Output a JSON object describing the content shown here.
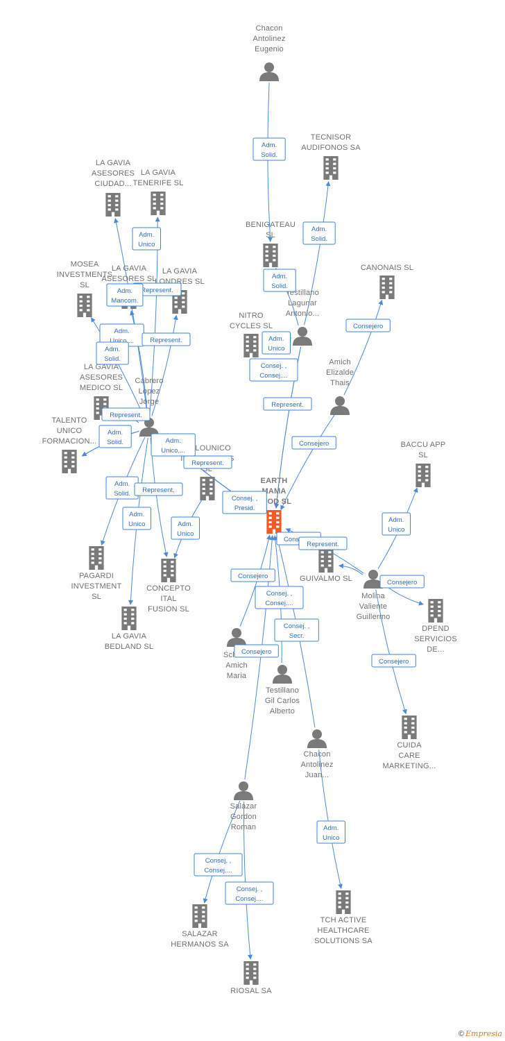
{
  "colors": {
    "company": "#7a7a7a",
    "focus_company": "#f05a28",
    "person": "#7a7a7a",
    "edge": "#4a8ad8",
    "label_border": "#3f84d6",
    "label_text": "#2f6fbf"
  },
  "credit": {
    "symbol": "©",
    "brand": "Empresia"
  },
  "nodes": [
    {
      "id": "chacon_eugenio",
      "type": "person",
      "label": [
        "Chacon",
        "Antolinez",
        "Eugenio"
      ]
    },
    {
      "id": "tecnisor",
      "type": "company",
      "label": [
        "TECNISOR",
        "AUDIFONOS SA"
      ]
    },
    {
      "id": "benigateau",
      "type": "company",
      "label": [
        "BENIGATEAU",
        "SL"
      ]
    },
    {
      "id": "gavia_ciudad",
      "type": "company",
      "label": [
        "LA GAVIA",
        "ASESORES",
        "CIUDAD..."
      ]
    },
    {
      "id": "gavia_tenerife",
      "type": "company",
      "label": [
        "LA GAVIA",
        "TENERIFE SL"
      ]
    },
    {
      "id": "mosea",
      "type": "company",
      "label": [
        "MOSEA",
        "INVESTMENTS",
        "SL"
      ]
    },
    {
      "id": "gavia_asesores",
      "type": "company",
      "label": [
        "LA GAVIA",
        "ASESORES SL"
      ]
    },
    {
      "id": "gavia_londres",
      "type": "company",
      "label": [
        "LA GAVIA",
        "LONDRES SL"
      ]
    },
    {
      "id": "canonais",
      "type": "company",
      "label": [
        "CANONAIS  SL"
      ]
    },
    {
      "id": "testillano_antonio",
      "type": "person",
      "label": [
        "Testillano",
        "Lagunar",
        "Antonio..."
      ]
    },
    {
      "id": "nitro",
      "type": "company",
      "label": [
        "NITRO",
        "CYCLES  SL"
      ]
    },
    {
      "id": "amich_thais",
      "type": "person",
      "label": [
        "Amich",
        "Elizalde",
        "Thais"
      ]
    },
    {
      "id": "gavia_medico",
      "type": "company",
      "label": [
        "LA GAVIA",
        "ASESORES",
        "MEDICO  SL"
      ]
    },
    {
      "id": "cabrero",
      "type": "person",
      "label": [
        "Cabrero",
        "Lopez",
        "Jorge"
      ]
    },
    {
      "id": "talento",
      "type": "company",
      "label": [
        "TALENTO",
        "UNICO",
        "FORMACION..."
      ]
    },
    {
      "id": "solounico",
      "type": "company",
      "label": [
        "SOLOUNICO",
        "INVERSIONES",
        "SL"
      ]
    },
    {
      "id": "baccu",
      "type": "company",
      "label": [
        "BACCU APP",
        "SL"
      ]
    },
    {
      "id": "earth",
      "type": "focus",
      "label": [
        "EARTH",
        "MAMA",
        "FOOD  SL"
      ]
    },
    {
      "id": "pagardi",
      "type": "company",
      "label": [
        "PAGARDI",
        "INVESTMENT",
        "SL"
      ]
    },
    {
      "id": "concepto",
      "type": "company",
      "label": [
        "CONCEPTO",
        "ITAL",
        "FUSION  SL"
      ]
    },
    {
      "id": "gavia_bedland",
      "type": "company",
      "label": [
        "LA GAVIA",
        "BEDLAND SL"
      ]
    },
    {
      "id": "guivalmo",
      "type": "company",
      "label": [
        "GUIVALMO  SL"
      ]
    },
    {
      "id": "molina",
      "type": "person",
      "label": [
        "Molina",
        "Valiente",
        "Guillermo"
      ]
    },
    {
      "id": "dpend",
      "type": "company",
      "label": [
        "DPEND",
        "SERVICIOS",
        "DE..."
      ]
    },
    {
      "id": "schmid",
      "type": "person",
      "label": [
        "Schmid",
        "Amich",
        "Maria"
      ]
    },
    {
      "id": "testillano_carlos",
      "type": "person",
      "label": [
        "Testillano",
        "Gil Carlos",
        "Alberto"
      ]
    },
    {
      "id": "cuida",
      "type": "company",
      "label": [
        "CUIDA",
        "CARE",
        "MARKETING..."
      ]
    },
    {
      "id": "chacon_juan",
      "type": "person",
      "label": [
        "Chacon",
        "Antolinez",
        "Juan..."
      ]
    },
    {
      "id": "salazar_roman",
      "type": "person",
      "label": [
        "Salazar",
        "Gordon",
        "Roman"
      ]
    },
    {
      "id": "tch",
      "type": "company",
      "label": [
        "TCH ACTIVE",
        "HEALTHCARE",
        "SOLUTIONS SA"
      ]
    },
    {
      "id": "salazar_hermanos",
      "type": "company",
      "label": [
        "SALAZAR",
        "HERMANOS SA"
      ]
    },
    {
      "id": "riosal",
      "type": "company",
      "label": [
        "RIOSAL SA"
      ]
    }
  ],
  "edges": [
    {
      "from": "chacon_eugenio",
      "to": "benigateau",
      "label": [
        "Adm.",
        "Solid."
      ]
    },
    {
      "from": "testillano_antonio",
      "to": "tecnisor",
      "label": [
        "Adm.",
        "Solid."
      ]
    },
    {
      "from": "testillano_antonio",
      "to": "benigateau",
      "label": [
        "Adm.",
        "Solid."
      ]
    },
    {
      "from": "amich_thais",
      "to": "canonais",
      "label": [
        "Consejero"
      ]
    },
    {
      "from": "amich_thais",
      "to": "earth",
      "label": [
        "Consejero"
      ]
    },
    {
      "from": "testillano_antonio",
      "to": "nitro",
      "label": [
        "Adm.",
        "Unico"
      ]
    },
    {
      "from": "testillano_antonio",
      "to": "earth",
      "label": [
        "Consej. ,",
        "Consej...."
      ]
    },
    {
      "from": "testillano_antonio",
      "to": "earth",
      "label": [
        "Represent."
      ]
    },
    {
      "from": "cabrero",
      "to": "gavia_ciudad",
      "label": [
        "Adm.",
        "Unico"
      ]
    },
    {
      "from": "cabrero",
      "to": "gavia_tenerife",
      "label": [
        "Represent."
      ]
    },
    {
      "from": "cabrero",
      "to": "mosea",
      "label": [
        "Adm.",
        "Mancom."
      ]
    },
    {
      "from": "cabrero",
      "to": "gavia_asesores",
      "label": [
        "Adm.",
        "Unico,..."
      ]
    },
    {
      "from": "cabrero",
      "to": "gavia_londres",
      "label": [
        "Represent."
      ]
    },
    {
      "from": "cabrero",
      "to": "gavia_medico",
      "label": [
        "Adm.",
        "Solid."
      ]
    },
    {
      "from": "cabrero",
      "to": "talento",
      "label": [
        "Represent."
      ]
    },
    {
      "from": "cabrero",
      "to": "talento",
      "label": [
        "Adm.",
        "Solid."
      ]
    },
    {
      "from": "cabrero",
      "to": "earth",
      "label": [
        "Adm.",
        "Unico,..."
      ]
    },
    {
      "from": "cabrero",
      "to": "earth",
      "label": [
        "Represent."
      ]
    },
    {
      "from": "cabrero",
      "to": "earth",
      "label": [
        "Consej. ,",
        "Presid."
      ]
    },
    {
      "from": "cabrero",
      "to": "pagardi",
      "label": [
        "Adm.",
        "Solid."
      ]
    },
    {
      "from": "cabrero",
      "to": "concepto",
      "label": [
        "Represent."
      ]
    },
    {
      "from": "cabrero",
      "to": "gavia_bedland",
      "label": [
        "Adm.",
        "Unico"
      ]
    },
    {
      "from": "solounico",
      "to": "concepto",
      "label": [
        "Adm.",
        "Unico"
      ]
    },
    {
      "from": "molina",
      "to": "baccu",
      "label": [
        "Adm.",
        "Unico"
      ]
    },
    {
      "from": "molina",
      "to": "earth",
      "label": [
        "Consejero"
      ]
    },
    {
      "from": "molina",
      "to": "guivalmo",
      "label": [
        "Represent."
      ]
    },
    {
      "from": "molina",
      "to": "dpend",
      "label": [
        "Consejero"
      ]
    },
    {
      "from": "molina",
      "to": "cuida",
      "label": [
        "Consejero"
      ]
    },
    {
      "from": "schmid",
      "to": "earth",
      "label": [
        "Consejero"
      ]
    },
    {
      "from": "testillano_carlos",
      "to": "earth",
      "label": [
        "Consej. ,",
        "Consej...."
      ]
    },
    {
      "from": "chacon_juan",
      "to": "earth",
      "label": [
        "Consej. ,",
        "Secr."
      ]
    },
    {
      "from": "salazar_roman",
      "to": "earth",
      "label": [
        "Consejero"
      ]
    },
    {
      "from": "chacon_juan",
      "to": "tch",
      "label": [
        "Adm.",
        "Unico"
      ]
    },
    {
      "from": "salazar_roman",
      "to": "salazar_hermanos",
      "label": [
        "Consej. ,",
        "Consej...."
      ]
    },
    {
      "from": "salazar_roman",
      "to": "riosal",
      "label": [
        "Consej. ,",
        "Consej...."
      ]
    }
  ]
}
